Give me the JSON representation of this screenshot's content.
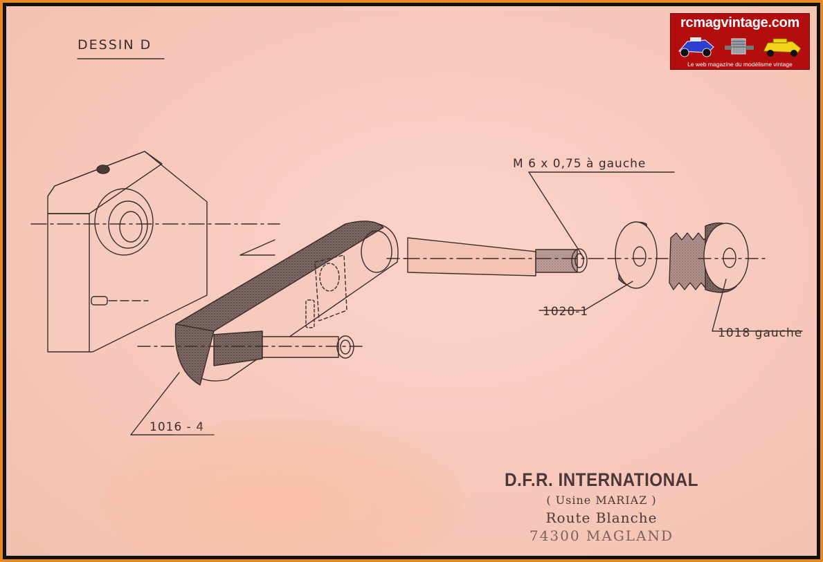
{
  "drawing": {
    "title": "DESSIN D",
    "labels": {
      "thread": "M 6 x 0,75 à gauche",
      "washer": "1020-1",
      "gear": "1018 gauche",
      "arm": "1016 - 4"
    }
  },
  "stamp": {
    "company": "D.F.R. INTERNATIONAL",
    "factory": "( Usine MARIAZ )",
    "road": "Route Blanche",
    "city": "74300 MAGLAND"
  },
  "logo": {
    "name": "rcmagvintage.com",
    "tagline": "Le web magazine du modélisme vintage",
    "colors": {
      "background": "#b40d0d",
      "text": "#ffffff"
    }
  },
  "colors": {
    "paper": "#f7c8bb",
    "ink": "#3a2c2c",
    "frame": "#e6871f"
  }
}
